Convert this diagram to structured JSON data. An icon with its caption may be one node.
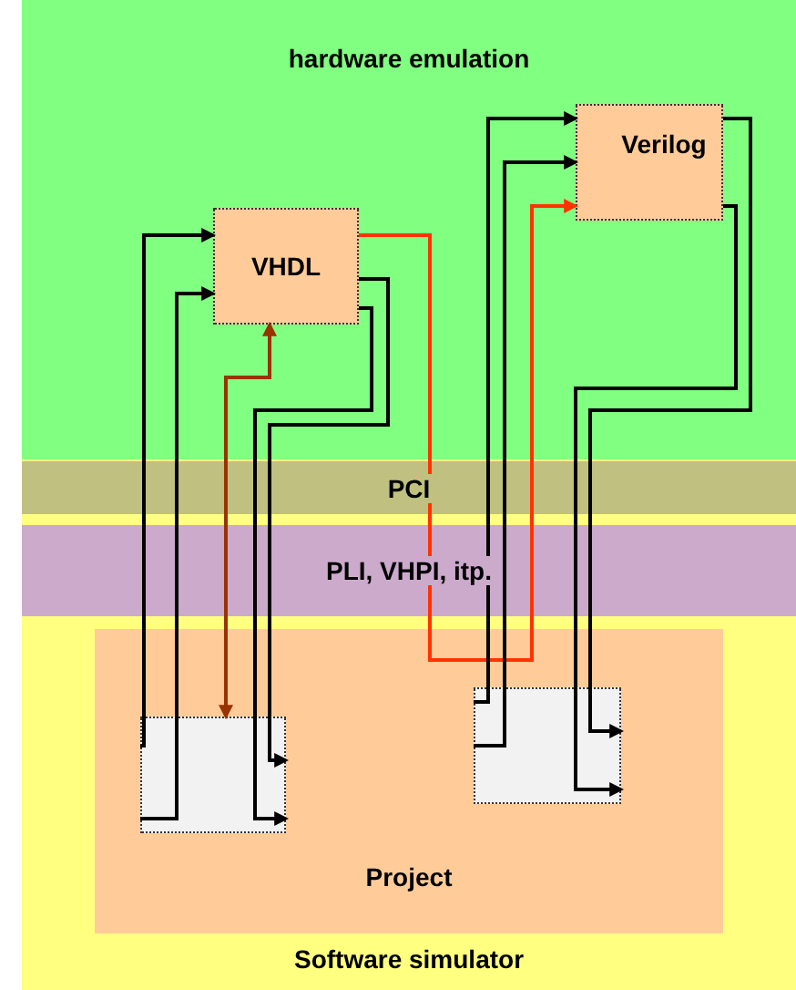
{
  "diagram": {
    "nodes": [
      {
        "text": [
          "hardware emulation"
        ]
      },
      {
        "text": [
          "VHDL"
        ],
        "in": 0
      },
      {
        "text": [
          "Verilog"
        ],
        "in": 0
      },
      {
        "text": [
          "Software simulator"
        ]
      },
      {
        "text": [
          "Project"
        ],
        "in": 3
      },
      {
        "text": [],
        "shape": "box",
        "in": 4
      },
      {
        "text": [],
        "shape": "box",
        "in": 4
      }
    ],
    "edges": [
      {
        "from": 5,
        "to": 1,
        "arrow": "to"
      },
      {
        "from": 5,
        "to": 1,
        "arrow": "to"
      },
      {
        "from": 1,
        "to": 5,
        "arrow": "to"
      },
      {
        "from": 1,
        "to": 5,
        "arrow": "to"
      },
      {
        "from": 5,
        "to": 1,
        "arrow": "both",
        "color": "#993300"
      },
      {
        "from": 1,
        "to": 2,
        "arrow": "to",
        "color": "#ff3300"
      },
      {
        "from": 6,
        "to": 2,
        "arrow": "to"
      },
      {
        "from": 6,
        "to": 2,
        "arrow": "to"
      },
      {
        "from": 2,
        "to": 6,
        "arrow": "to"
      },
      {
        "from": 2,
        "to": 6,
        "arrow": "to"
      }
    ],
    "labels": [
      "PCI",
      "PLI, VHPI, itp."
    ]
  }
}
